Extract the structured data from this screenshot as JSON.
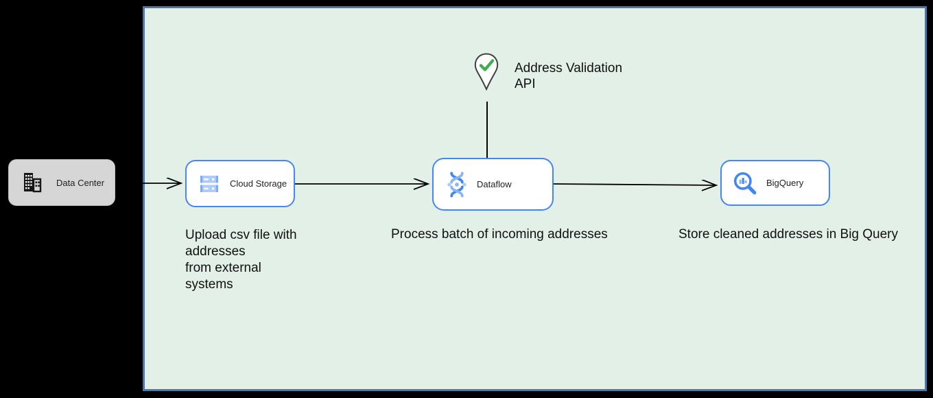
{
  "diagram": {
    "type": "cloud-architecture-flow",
    "colors": {
      "page_background": "#000000",
      "canvas_background": "#e3f0e8",
      "canvas_border": "#4779ad",
      "node_border_blue": "#4285f4",
      "node_fill": "#ffffff",
      "datacenter_fill": "#d6d6d6",
      "icon_blue": "#4285f4",
      "icon_blue_light": "#aecbfa",
      "icon_blue_mid": "#8ab4f8",
      "check_green": "#3fae52",
      "pin_outline": "#3c4043",
      "connector": "#000000",
      "text": "#101010"
    }
  },
  "nodes": {
    "data_center": {
      "label": "Data Center",
      "icon": "building-icon"
    },
    "cloud_storage": {
      "label": "Cloud Storage",
      "icon": "cloud-storage-icon"
    },
    "dataflow": {
      "label": "Dataflow",
      "icon": "dataflow-icon"
    },
    "bigquery": {
      "label": "BigQuery",
      "icon": "bigquery-icon"
    },
    "address_validation": {
      "label": "Address Validation\nAPI",
      "icon": "map-pin-check-icon"
    }
  },
  "captions": {
    "upload": "Upload csv file with\naddresses\nfrom external\nsystems",
    "process": "Process batch of incoming addresses",
    "store": "Store cleaned addresses in Big Query"
  },
  "connectors": [
    {
      "from": "data_center",
      "to": "cloud_storage",
      "arrow": true
    },
    {
      "from": "cloud_storage",
      "to": "dataflow",
      "arrow": true
    },
    {
      "from": "dataflow",
      "to": "bigquery",
      "arrow": true
    },
    {
      "from": "address_validation",
      "to": "dataflow",
      "arrow": false
    }
  ]
}
